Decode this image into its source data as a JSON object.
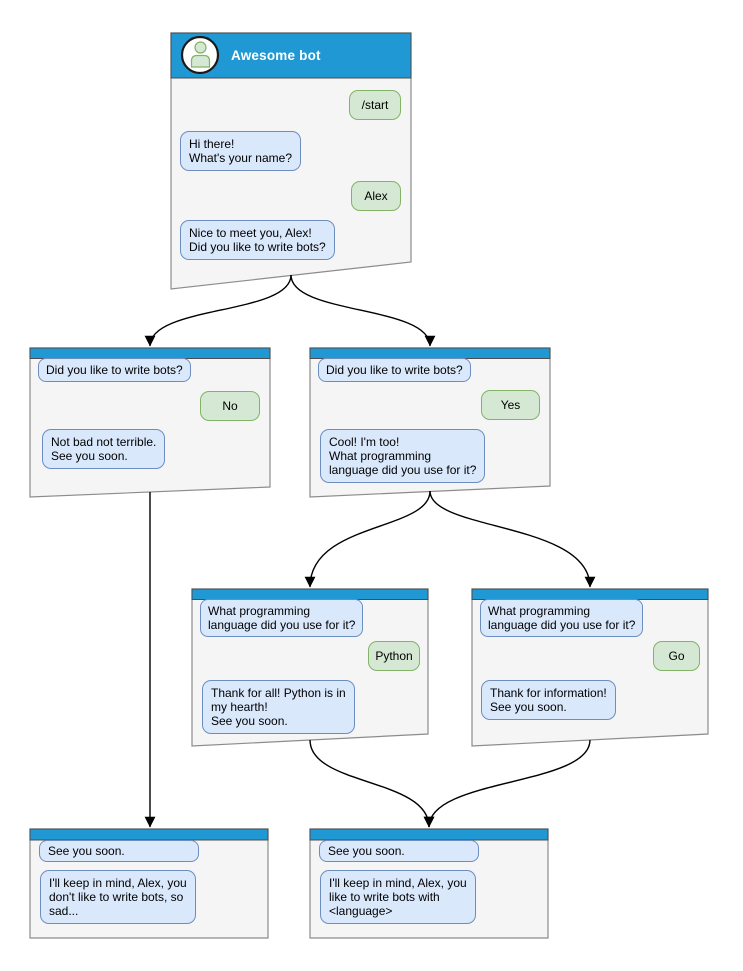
{
  "diagram_title": "Awesome bot conversation flowchart",
  "colors": {
    "header_blue": "#1f98d4",
    "bot_bubble_fill": "#dae8fc",
    "bot_bubble_stroke": "#6c8ebf",
    "user_bubble_fill": "#d5e8d4",
    "user_bubble_stroke": "#82b366",
    "window_fill": "#f5f5f5",
    "window_stroke": "#8c8c8c",
    "arrow": "#000000"
  },
  "icons": {
    "avatar": "person-icon"
  },
  "nodes": {
    "main": {
      "title": "Awesome bot",
      "m1": "/start",
      "m2": "Hi there!\nWhat's your name?",
      "m3": "Alex",
      "m4": "Nice to meet you, Alex!\nDid you like to write bots?"
    },
    "no": {
      "m1": "Did you like to write bots?",
      "m2": "No",
      "m3": "Not bad not terrible.\nSee you soon."
    },
    "yes": {
      "m1": "Did you like to write bots?",
      "m2": "Yes",
      "m3": "Cool! I'm too!\nWhat programming\nlanguage did you use for it?"
    },
    "python": {
      "m1": "What programming\nlanguage did you use for it?",
      "m2": "Python",
      "m3": "Thank for all! Python is in\nmy hearth!\nSee you soon."
    },
    "go": {
      "m1": "What programming\nlanguage did you use for it?",
      "m2": "Go",
      "m3": "Thank for information!\nSee you soon."
    },
    "end_no": {
      "m1": "See you soon.",
      "m2": "I'll keep in mind, Alex, you\ndon't like to write bots, so\nsad..."
    },
    "end_yes": {
      "m1": "See you soon.",
      "m2": "I'll keep in mind, Alex, you\nlike to write bots with\n<language>"
    }
  }
}
